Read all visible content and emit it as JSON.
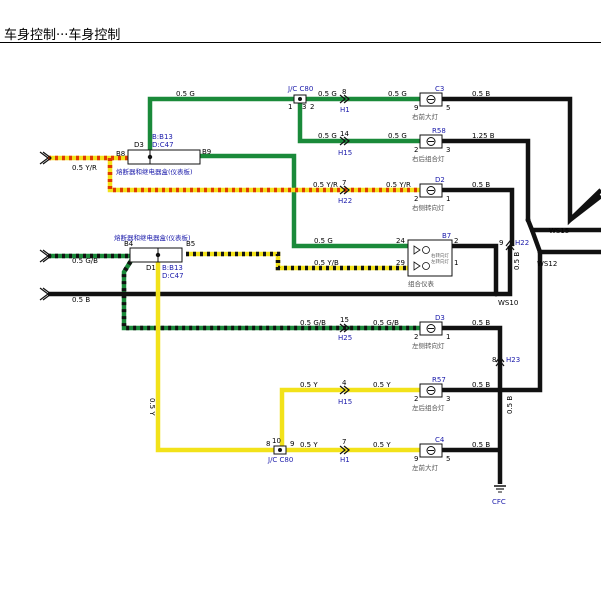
{
  "header": {
    "title": "车身控制···车身控制"
  },
  "colors": {
    "green": "#1a8a3a",
    "yellow": "#f2e21a",
    "orange": "#f08a00",
    "black": "#111111",
    "connector_blue": "#1a1aaa"
  },
  "junctions": {
    "jc_top": {
      "label": "J/C C80",
      "pin_left": "1",
      "pin_right1": "3",
      "pin_right2": "2"
    },
    "jc_bottom": {
      "label": "J/C C80",
      "pin_left": "8",
      "pin_top": "10",
      "pin_right": "9"
    }
  },
  "modules": {
    "upper": {
      "pin_left": "B8",
      "pin_inner": "D3",
      "code1": "B:B13",
      "code2": "D:C47",
      "pin_right": "B9",
      "name": "熔断器和继电器盒(仪表板)"
    },
    "lower": {
      "pin_left": "B4",
      "pin_inner": "D1",
      "code1": "B:B13",
      "code2": "D:C47",
      "pin_right": "B5",
      "name": "熔断器和继电器盒(仪表板)"
    }
  },
  "inline_connectors": {
    "h1_top": {
      "name": "H1",
      "pin": "8"
    },
    "h15_top": {
      "name": "H15",
      "pin": "14"
    },
    "h22_left": {
      "name": "H22",
      "pin": "7"
    },
    "h25": {
      "name": "H25",
      "pin": "15"
    },
    "h15_low": {
      "name": "H15",
      "pin": "4"
    },
    "h1_low": {
      "name": "H1",
      "pin": "7"
    },
    "h22_right": {
      "name": "H22",
      "pin": "9"
    },
    "h23": {
      "name": "H23",
      "pin": "8"
    }
  },
  "lamps": {
    "c3": {
      "code": "C3",
      "name": "右前大灯",
      "pin_left": "9",
      "pin_right": "5"
    },
    "r58": {
      "code": "R58",
      "name": "右后组合灯",
      "pin_left": "2",
      "pin_right": "3"
    },
    "d2": {
      "code": "D2",
      "name": "右侧转向灯",
      "pin_left": "2",
      "pin_right": "1"
    },
    "d3": {
      "code": "D3",
      "name": "左侧转向灯",
      "pin_left": "2",
      "pin_right": "1"
    },
    "r57": {
      "code": "R57",
      "name": "左后组合灯",
      "pin_left": "2",
      "pin_right": "3"
    },
    "c4": {
      "code": "C4",
      "name": "左前大灯",
      "pin_left": "9",
      "pin_right": "5"
    }
  },
  "cluster": {
    "code": "B7",
    "name": "组合仪表",
    "pin_24": "24",
    "pin_2": "2",
    "pin_29": "29",
    "pin_1": "1",
    "ind1": "右转向灯",
    "ind2": "左转向灯"
  },
  "wire_labels": {
    "top_left_g": "0.5 G",
    "top_mid_g": "0.5 G",
    "top_right_b": "0.5 B",
    "r58_left_g": "0.5 G",
    "r58_mid_g": "0.5 G",
    "r58_right_b": "1.25 B",
    "yr_left": "0.5 Y/R",
    "yr_mid": "0.5 Y/R",
    "yr_right": "0.5 Y/R",
    "d2_right_b": "0.5 B",
    "cluster_g": "0.5 G",
    "cluster_yb": "0.5 Y/B",
    "gb_left": "0.5 G/B",
    "b_left": "0.5 B",
    "gb_mid": "0.5 G/B",
    "gb_right": "0.5 G/B",
    "d3_right_b": "0.5 B",
    "y_mid": "0.5 Y",
    "y_right": "0.5 Y",
    "r57_right_b": "0.5 B",
    "y_vertical": "0.5 Y",
    "y_low_mid": "0.5 Y",
    "y_low_right": "0.5 Y",
    "c4_right_b": "0.5 B",
    "h22_vert_b": "0.5 B",
    "h23_vert_b": "0.5 B"
  },
  "splices": {
    "ws10": "WS10",
    "ws12": "WS12",
    "ws15": "WS15"
  },
  "ground": {
    "name": "CFC"
  }
}
